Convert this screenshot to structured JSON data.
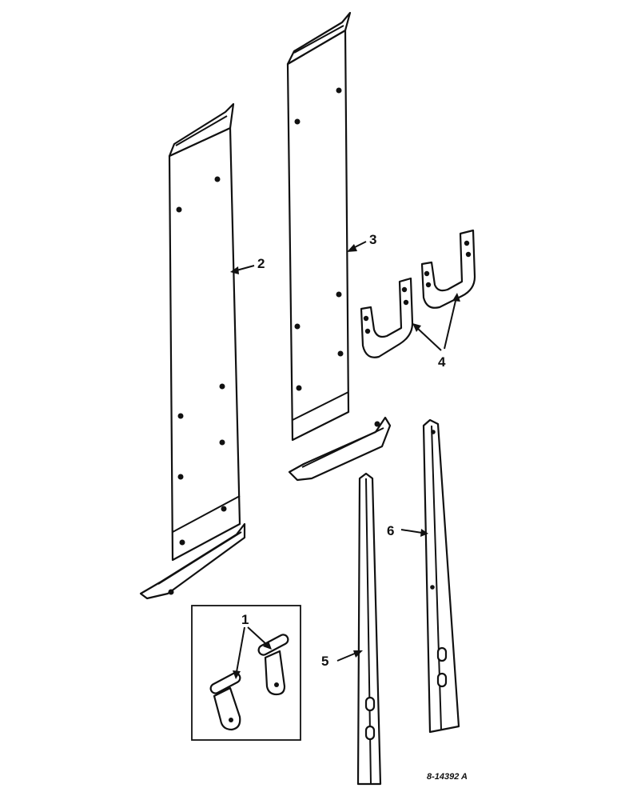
{
  "callouts": {
    "c1": "1",
    "c2": "2",
    "c3": "3",
    "c4": "4",
    "c5": "5",
    "c6": "6"
  },
  "reference_number": "8-14392 A",
  "colors": {
    "ink": "#111111",
    "paper": "#ffffff"
  }
}
